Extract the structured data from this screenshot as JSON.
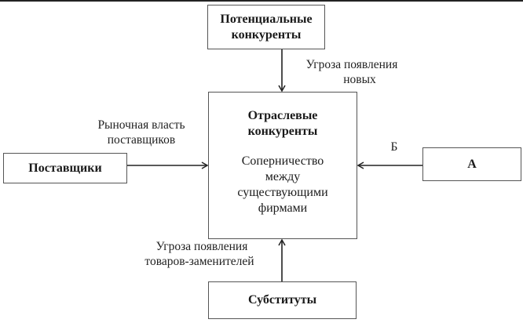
{
  "diagram": {
    "boxes": {
      "potential": {
        "title": "Потенциальные конкуренты",
        "lines": [
          "Потенциальные",
          "конкуренты"
        ]
      },
      "industry": {
        "title_lines": [
          "Отраслевые",
          "конкуренты"
        ],
        "desc_lines": [
          "Соперничество",
          "между",
          "существующими",
          "фирмами"
        ]
      },
      "suppliers": {
        "title": "Поставщики"
      },
      "a": {
        "title": "А"
      },
      "substitutes": {
        "title": "Субституты"
      }
    },
    "arrow_labels": {
      "new_entrants": [
        "Угроза появления",
        "новых"
      ],
      "supplier_power": [
        "Рыночная власть",
        "поставщиков"
      ],
      "b": "Б",
      "substitutes_threat": [
        "Угроза появления",
        "товаров-заменителей"
      ]
    }
  }
}
